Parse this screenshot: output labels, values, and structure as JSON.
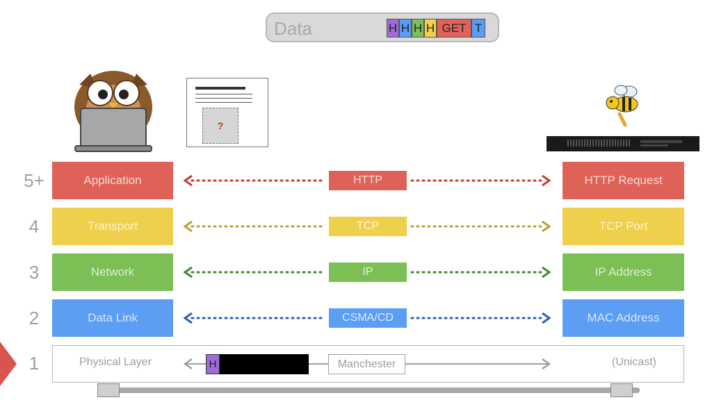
{
  "data_bar": {
    "label": "Data",
    "segments": [
      {
        "text": "H",
        "color": "#a06ad8"
      },
      {
        "text": "H",
        "color": "#5b9cf4"
      },
      {
        "text": "H",
        "color": "#7cc057"
      },
      {
        "text": "H",
        "color": "#f3d04c"
      },
      {
        "text": "GET",
        "color": "#e0635a"
      },
      {
        "text": "T",
        "color": "#5b9cf4"
      }
    ]
  },
  "document_placeholder": "?",
  "layers": [
    {
      "number": "5+",
      "name": "Application",
      "protocol": "HTTP",
      "remote": "HTTP Request",
      "color": "#df6259",
      "arrow_color": "#c73d2e"
    },
    {
      "number": "4",
      "name": "Transport",
      "protocol": "TCP",
      "remote": "TCP Port",
      "color": "#efd04c",
      "arrow_color": "#c39a2f"
    },
    {
      "number": "3",
      "name": "Network",
      "protocol": "IP",
      "remote": "IP Address",
      "color": "#7bbf55",
      "arrow_color": "#3f8b2a"
    },
    {
      "number": "2",
      "name": "Data Link",
      "protocol": "CSMA/CD",
      "remote": "MAC Address",
      "color": "#5b9ef4",
      "arrow_color": "#2a5fb8"
    }
  ],
  "physical": {
    "number": "1",
    "name": "Physical Layer",
    "frame_header": "H",
    "frame_header_color": "#a06ad8",
    "protocol": "Manchester",
    "remote": "(Unicast)",
    "arrow_color": "#9e9e9e"
  },
  "marker_color": "#d9534f"
}
